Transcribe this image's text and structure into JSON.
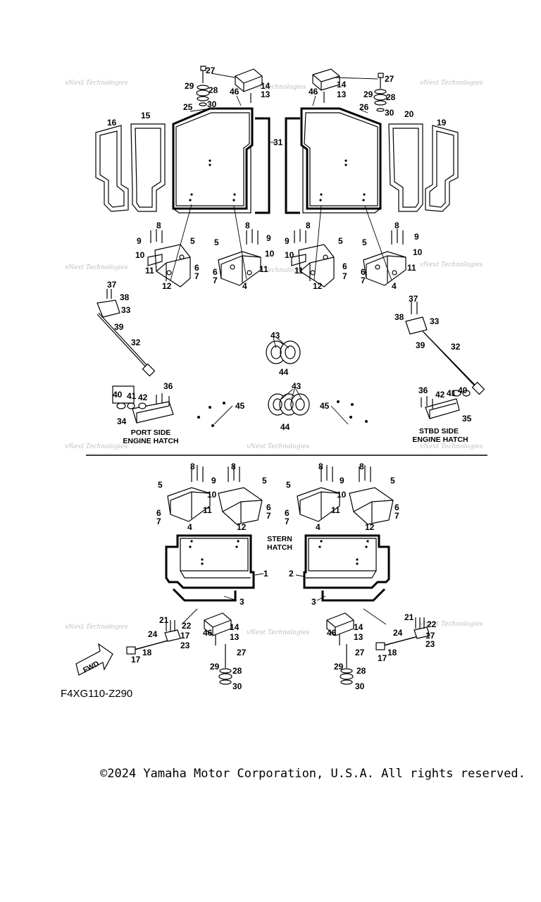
{
  "diagram": {
    "labels": {
      "port_hatch_line1": "PORT SIDE",
      "port_hatch_line2": "ENGINE HATCH",
      "stbd_hatch_line1": "STBD SIDE",
      "stbd_hatch_line2": "ENGINE HATCH",
      "stern_line1": "STERN",
      "stern_line2": "HATCH",
      "fwd": "FWD"
    },
    "watermark": "vNext Technologies",
    "diagram_code": "F4XG110-Z290",
    "copyright": "©2024 Yamaha Motor Corporation, U.S.A. All rights reserved."
  }
}
